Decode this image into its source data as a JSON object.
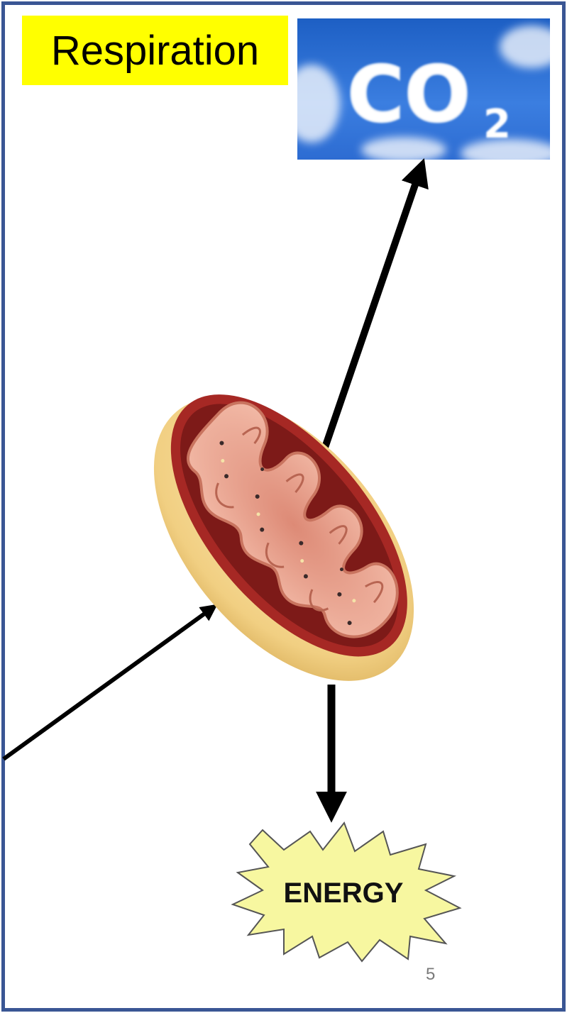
{
  "slide": {
    "title": "Respiration",
    "page_number": "5"
  },
  "co2_image": {
    "text": "CO",
    "subscript": "2"
  },
  "energy_burst": {
    "label": "ENERGY"
  },
  "colors": {
    "frame_border": "#3a5694",
    "title_background": "#ffff00",
    "sky_blue": "#2f6fd0",
    "burst_fill": "#f7f7a0",
    "mitochondrion_outer": "#f3d48a",
    "mitochondrion_inner": "#b4302c",
    "cristae": "#e7a08e",
    "arrow": "#000000"
  }
}
